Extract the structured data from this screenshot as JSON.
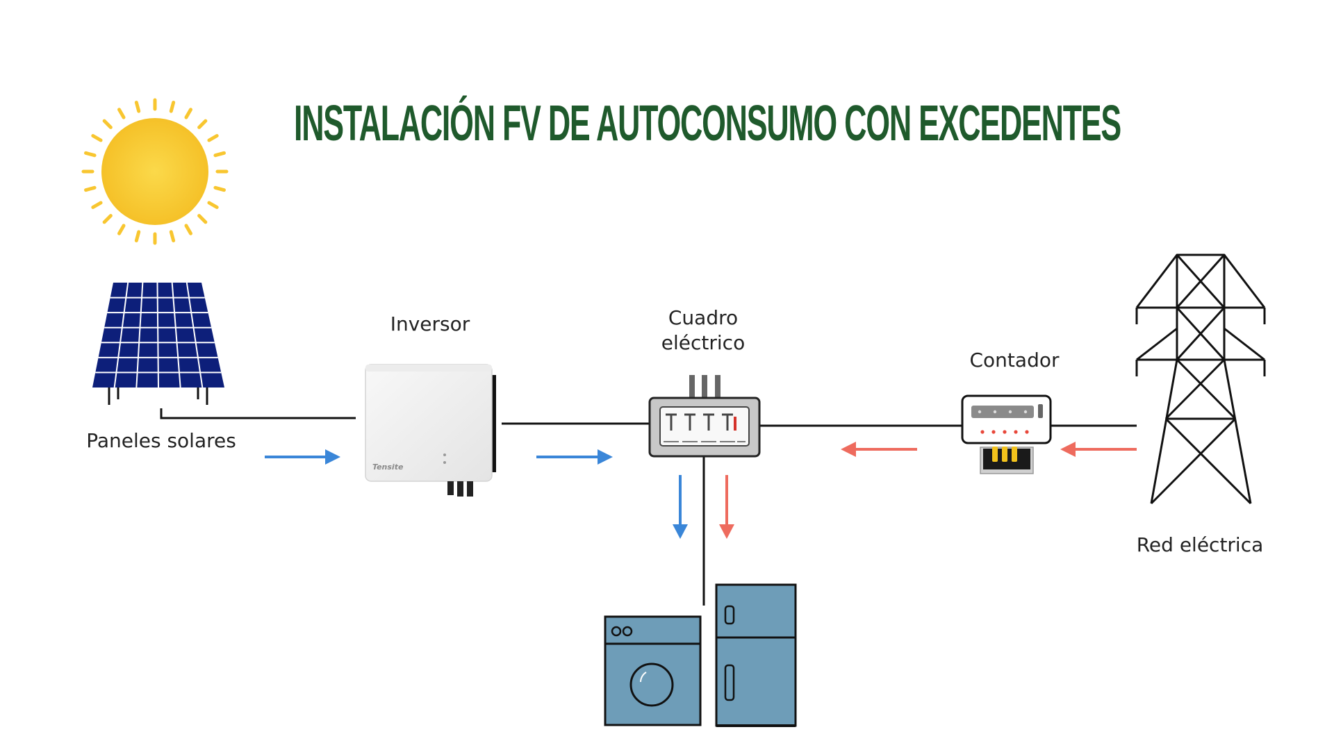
{
  "title": "INSTALACIÓN FV DE AUTOCONSUMO CON EXCEDENTES",
  "labels": {
    "paneles": "Paneles solares",
    "inversor": "Inversor",
    "cuadro_line1": "Cuadro",
    "cuadro_line2": "eléctrico",
    "contador": "Contador",
    "red": "Red eléctrica"
  },
  "inverter_brand": "Tensite",
  "colors": {
    "title": "#1f5a2c",
    "solar_flow": "#3a86d8",
    "grid_flow": "#ee6b5e",
    "sun": "#f8c630",
    "panel": "#0d1f7a",
    "appliance": "#6e9db8"
  },
  "icons": [
    "sun-icon",
    "solar-panel-icon",
    "inverter-icon",
    "electrical-panel-icon",
    "meter-icon",
    "power-tower-icon",
    "washing-machine-icon",
    "fridge-icon"
  ]
}
